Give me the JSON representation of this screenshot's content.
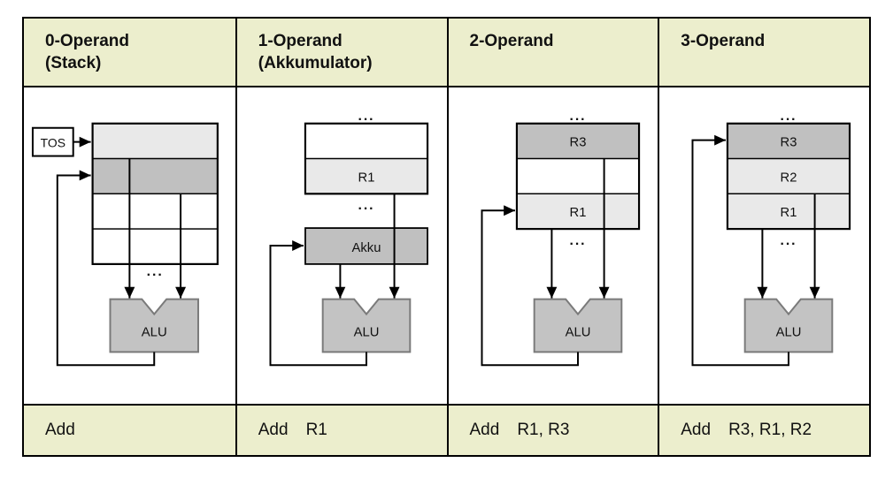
{
  "colors": {
    "header_bg": "#ECEECD",
    "row_light": "#E9E9E9",
    "row_dark": "#C0C0C0",
    "alu_fill": "#C3C3C3",
    "alu_stroke": "#7A7A7A",
    "line": "#000000",
    "table_border": "#000000"
  },
  "columns": [
    {
      "header_line1": "0-Operand",
      "header_line2": "(Stack)",
      "instruction_opcode": "Add",
      "instruction_operands": "",
      "labels": {
        "tos": "TOS",
        "alu": "ALU",
        "dots_bottom": "..."
      }
    },
    {
      "header_line1": "1-Operand",
      "header_line2": "(Akkumulator)",
      "instruction_opcode": "Add",
      "instruction_operands": "R1",
      "labels": {
        "r1": "R1",
        "akku": "Akku",
        "alu": "ALU",
        "dots_top": "...",
        "dots_bottom": "..."
      }
    },
    {
      "header_line1": "2-Operand",
      "header_line2": "",
      "instruction_opcode": "Add",
      "instruction_operands": "R1, R3",
      "labels": {
        "r3": "R3",
        "r1": "R1",
        "alu": "ALU",
        "dots_top": "...",
        "dots_bottom": "..."
      }
    },
    {
      "header_line1": "3-Operand",
      "header_line2": "",
      "instruction_opcode": "Add",
      "instruction_operands": "R3, R1, R2",
      "labels": {
        "r3": "R3",
        "r2": "R2",
        "r1": "R1",
        "alu": "ALU",
        "dots_top": "...",
        "dots_bottom": "..."
      }
    }
  ]
}
